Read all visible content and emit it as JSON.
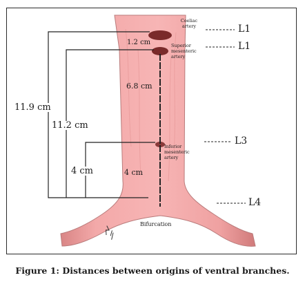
{
  "figure": {
    "caption": "Figure 1: Distances between origins of ventral branches.",
    "arteries": {
      "coeliac": "Coeliac artery",
      "superior_mesenteric": "Superior mesenteric artery",
      "inferior_mesenteric": "Inferior mesenteric artery",
      "bifurcation": "Bifurcation"
    },
    "distances": {
      "celiac_to_sma": "1.2 cm",
      "sma_to_ima": "6.8 cm",
      "ima_to_bifurcation": "4 cm",
      "celiac_to_bifurcation": "11.9 cm",
      "sma_to_bifurcation": "11.2 cm",
      "ima_to_bifurcation_outer": "4 cm"
    },
    "vertebral_levels": {
      "coeliac": "L1",
      "superior_mesenteric": "L1",
      "inferior_mesenteric": "L3",
      "bifurcation": "L4"
    },
    "colors": {
      "aorta_fill": "#f1a3a3",
      "aorta_stroke": "#b97b7b",
      "ostium": "#7a2a2a",
      "measure_line": "#222222"
    }
  }
}
